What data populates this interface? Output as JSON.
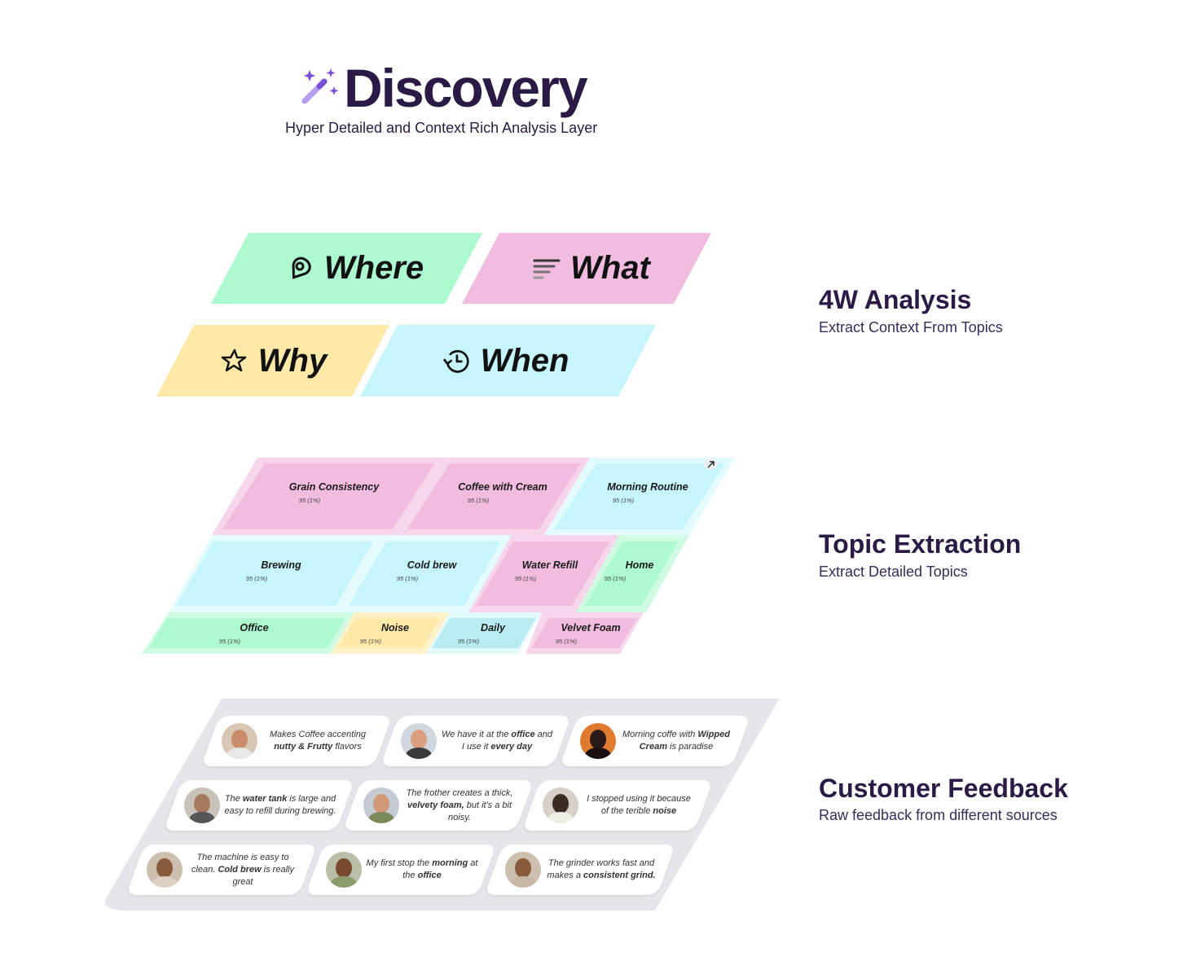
{
  "header": {
    "title": "Discovery",
    "subtitle": "Hyper Detailed and Context Rich Analysis Layer",
    "icon": "magic-wand-icon"
  },
  "colors": {
    "mint": "#adf9d0",
    "pink": "#f1bcdf",
    "yellow": "#ffe9a8",
    "cyan": "#c6f5fb",
    "slate": "#e4e6ec",
    "navy": "#2a1a45",
    "purple": "#7b4fd6"
  },
  "w_analysis": {
    "title": "4W Analysis",
    "subtitle": "Extract Context From Topics",
    "tiles": [
      {
        "label": "Where",
        "icon": "location-pin-icon",
        "color": "#adf9d0"
      },
      {
        "label": "What",
        "icon": "filter-lines-icon",
        "color": "#f1bcdf"
      },
      {
        "label": "Why",
        "icon": "star-icon",
        "color": "#ffe9a8"
      },
      {
        "label": "When",
        "icon": "clock-refresh-icon",
        "color": "#c6f5fb"
      }
    ]
  },
  "topic_extraction": {
    "title": "Topic Extraction",
    "subtitle": "Extract Detailed Topics",
    "topics": [
      {
        "name": "Grain Consistency",
        "count": "95 (1%)"
      },
      {
        "name": "Coffee with Cream",
        "count": "95 (1%)"
      },
      {
        "name": "Morning Routine",
        "count": "95 (1%)"
      },
      {
        "name": "Brewing",
        "count": "95 (1%)"
      },
      {
        "name": "Cold brew",
        "count": "95 (1%)"
      },
      {
        "name": "Water Refill",
        "count": "95 (1%)"
      },
      {
        "name": "Home",
        "count": "95 (1%)"
      },
      {
        "name": "Office",
        "count": "95 (1%)"
      },
      {
        "name": "Noise",
        "count": "95 (1%)"
      },
      {
        "name": "Daily",
        "count": "95 (1%)"
      },
      {
        "name": "Velvet Foam",
        "count": "95 (1%)"
      }
    ],
    "expand_icon": "arrow-up-right-icon"
  },
  "customer_feedback": {
    "title": "Customer Feedback",
    "subtitle": "Raw feedback from different sources",
    "cards": [
      {
        "pre": "Makes Coffee accenting ",
        "bold": "nutty & Frutty",
        "post": " flavors"
      },
      {
        "pre": "We have it at the ",
        "bold": "office",
        "post": " and I use it ",
        "bold2": "every day"
      },
      {
        "pre": "Morning coffe with ",
        "bold": "Wipped Cream",
        "post": " is paradise"
      },
      {
        "pre": "The ",
        "bold": "water tank",
        "post": " is large and easy to refill during brewing."
      },
      {
        "pre": "The frother creates a thick, ",
        "bold": "velvety foam,",
        "post": " but it's a bit noisy."
      },
      {
        "pre": "I stopped using it because of the terible ",
        "bold": "noise",
        "post": ""
      },
      {
        "pre": "The machine is easy to clean. ",
        "bold": "Cold brew",
        "post": " is really great"
      },
      {
        "pre": "My first stop the ",
        "bold": "morning",
        "post": " at the ",
        "bold2": "office"
      },
      {
        "pre": "The grinder works fast and makes a ",
        "bold": "consistent grind.",
        "post": ""
      }
    ]
  }
}
